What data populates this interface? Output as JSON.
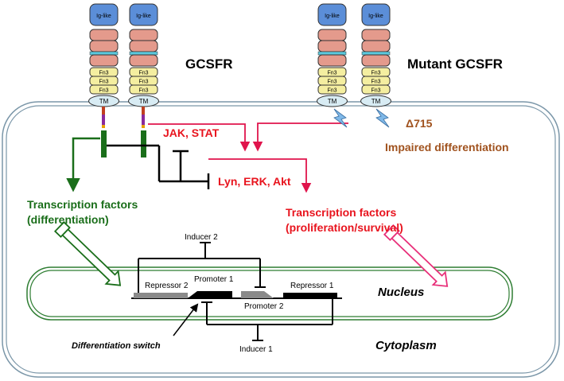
{
  "receptor_domains": {
    "ig_like": "Ig-like",
    "fn3": "Fn3",
    "tm": "TM"
  },
  "labels": {
    "gcsfr": "GCSFR",
    "mutant_gcsfr": "Mutant GCSFR",
    "delta715": "Δ715",
    "impaired_differentiation": "Impaired differentiation",
    "jak_stat": "JAK, STAT",
    "lyn_erk_akt": "Lyn, ERK, Akt",
    "tf_diff_line1": "Transcription factors",
    "tf_diff_line2": "(differentiation)",
    "tf_prolif_line1": "Transcription factors",
    "tf_prolif_line2": "(proliferation/survival)",
    "inducer2": "Inducer 2",
    "inducer1": "Inducer 1",
    "repressor2": "Repressor 2",
    "promoter1": "Promoter 1",
    "promoter2": "Promoter 2",
    "repressor1": "Repressor 1",
    "nucleus": "Nucleus",
    "cytoplasm": "Cytoplasm",
    "differentiation_switch": "Differentiation switch"
  },
  "colors": {
    "ig_like": "#5b8ed8",
    "domain_salmon": "#e49a8c",
    "fn3": "#f4eea0",
    "tm": "#d8ecf4",
    "membrane": "#7a96a8",
    "green": "#1a6e1a",
    "red": "#e0144c",
    "red_text": "#e8141e",
    "brown": "#a0521e",
    "pink": "#e8307a",
    "lightning": "#7fb8e8",
    "nucleus": "#2e7d32"
  }
}
